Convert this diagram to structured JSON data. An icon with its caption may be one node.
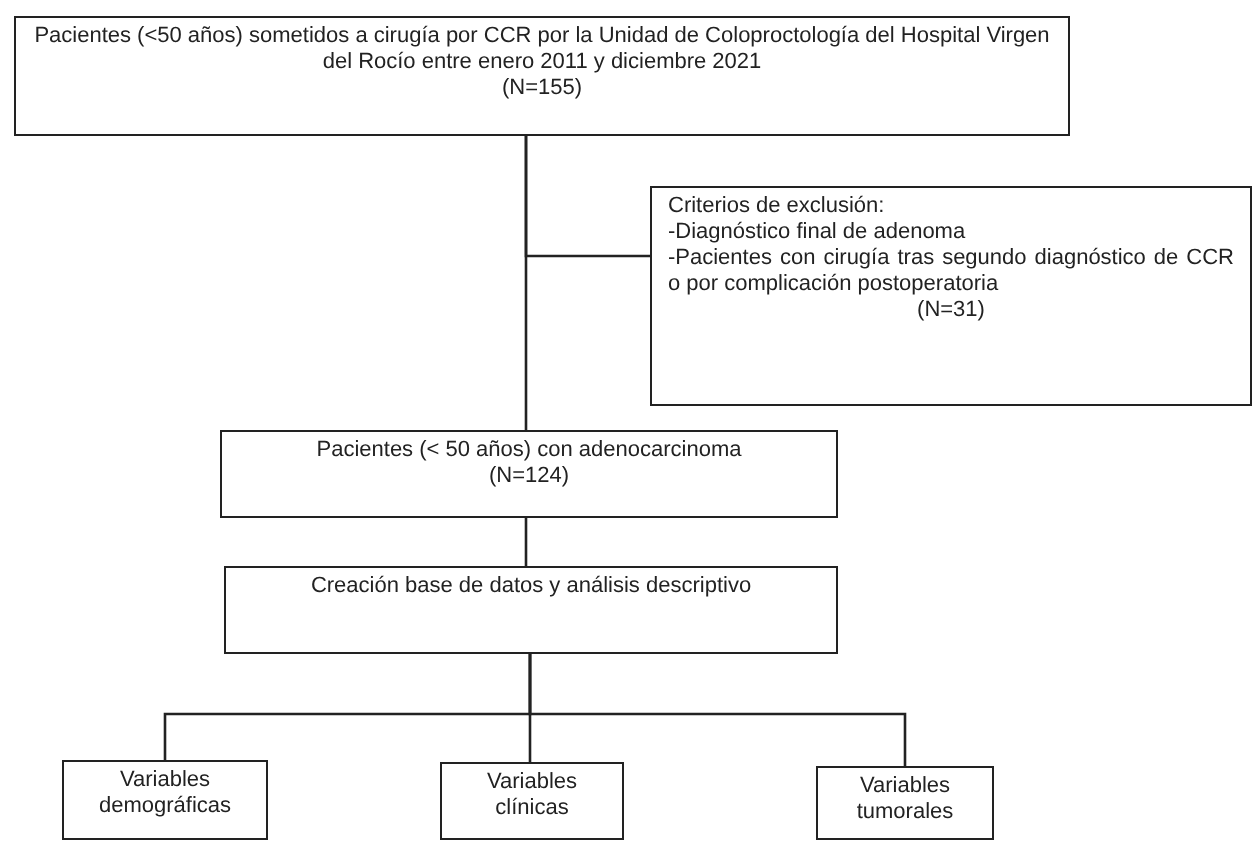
{
  "diagram": {
    "nodes": [
      {
        "text": [
          "Pacientes (<50 años) sometidos a cirugía por CCR por la Unidad de Coloproctología del Hospital Virgen del Rocío entre enero 2011 y diciembre 2021",
          "(N=155)"
        ]
      },
      {
        "text": [
          "Criterios de exclusión:",
          "-Diagnóstico final de adenoma",
          "-Pacientes con cirugía tras segundo diagnóstico de CCR o por complicación postoperatoria",
          "(N=31)"
        ]
      },
      {
        "text": [
          "Pacientes (< 50 años) con adenocarcinoma",
          "(N=124)"
        ]
      },
      {
        "text": [
          "Creación base de datos y análisis descriptivo"
        ]
      },
      {
        "text": [
          "Variables demográficas"
        ]
      },
      {
        "text": [
          "Variables clínicas"
        ]
      },
      {
        "text": [
          "Variables tumorales"
        ]
      }
    ],
    "edges": [
      {
        "from": 0,
        "to": 2,
        "arrow": "none"
      },
      {
        "from": 0,
        "to": 1,
        "arrow": "none"
      },
      {
        "from": 2,
        "to": 3,
        "arrow": "none"
      },
      {
        "from": 3,
        "to": 4,
        "arrow": "none"
      },
      {
        "from": 3,
        "to": 5,
        "arrow": "none"
      },
      {
        "from": 3,
        "to": 6,
        "arrow": "none"
      }
    ]
  }
}
